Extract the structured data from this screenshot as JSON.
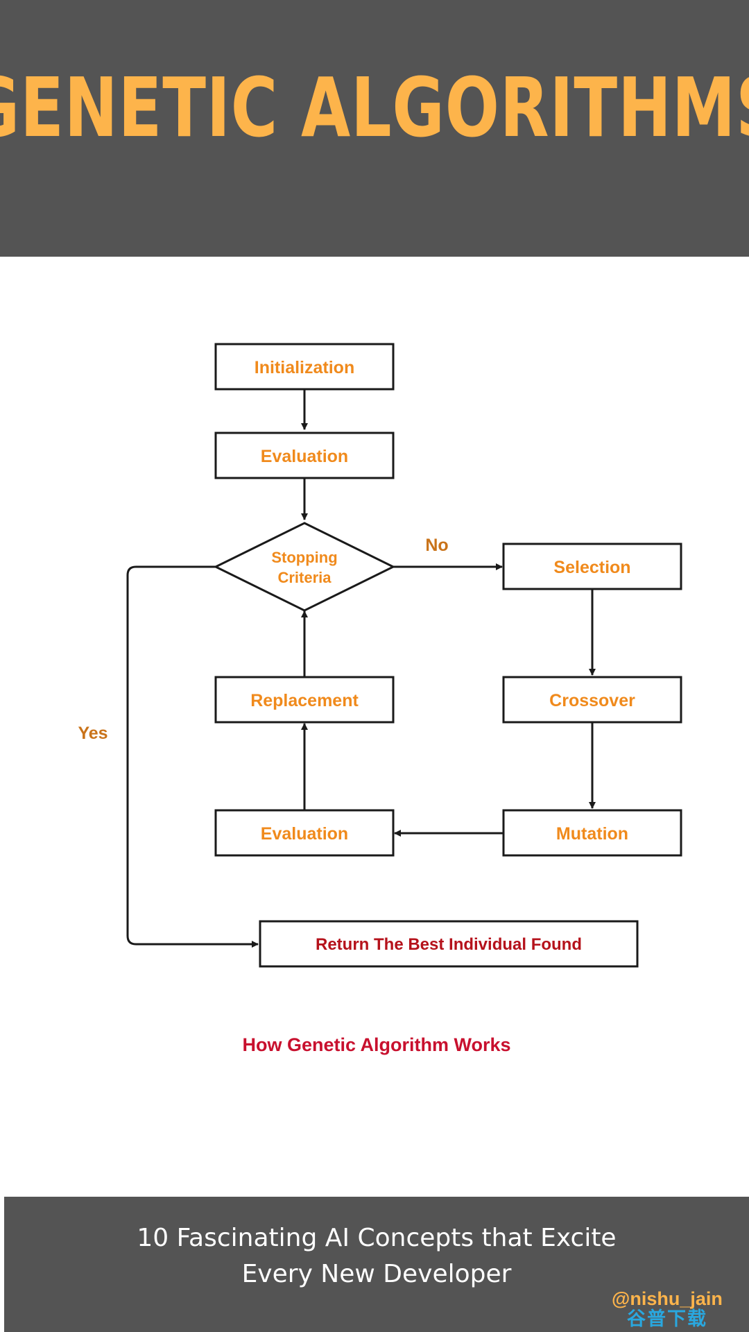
{
  "header": {
    "title": "GENETIC ALGORITHMS"
  },
  "diagram": {
    "nodes": {
      "initialization": "Initialization",
      "evaluation_1": "Evaluation",
      "stopping_line1": "Stopping",
      "stopping_line2": "Criteria",
      "selection": "Selection",
      "crossover": "Crossover",
      "mutation": "Mutation",
      "evaluation_2": "Evaluation",
      "replacement": "Replacement",
      "return_best": "Return The Best Individual Found"
    },
    "edge_labels": {
      "no": "No",
      "yes": "Yes"
    },
    "caption": "How Genetic Algorithm Works"
  },
  "footer": {
    "line1": "10 Fascinating AI Concepts that Excite",
    "line2": "Every New Developer",
    "handle": "@nishu_jain",
    "watermark": "谷普下载"
  },
  "colors": {
    "banner": "#545454",
    "title": "#fdb44b",
    "node_text": "#f08a1c",
    "result_text": "#b5121b",
    "caption": "#c8102e"
  }
}
